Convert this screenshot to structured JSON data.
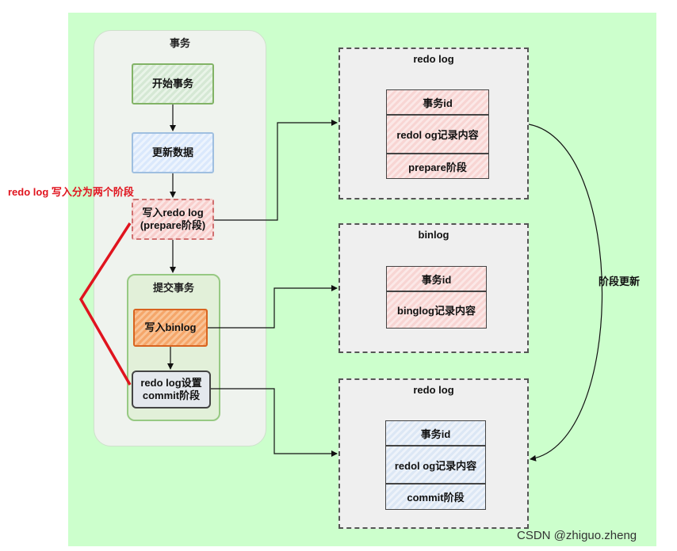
{
  "transaction": {
    "title": "事务",
    "start": "开始事务",
    "update": "更新数据",
    "write_redo_line1": "写入redo log",
    "write_redo_line2": "(prepare阶段)",
    "submit": {
      "title": "提交事务",
      "write_binlog": "写入binlog",
      "commit_line1": "redo log设置",
      "commit_line2": "commit阶段"
    }
  },
  "annotation": "redo log 写入分为两个阶段",
  "redo_prepare": {
    "title": "redo log",
    "rows": [
      "事务id",
      "redol og记录内容",
      "prepare阶段"
    ]
  },
  "binlog": {
    "title": "binlog",
    "rows": [
      "事务id",
      "binglog记录内容"
    ]
  },
  "redo_commit": {
    "title": "redo log",
    "rows": [
      "事务id",
      "redol og记录内容",
      "commit阶段"
    ]
  },
  "stage_update_label": "阶段更新",
  "watermark": "CSDN @zhiguo.zheng",
  "colors": {
    "background": "#ccffcc",
    "annotation_red": "#e0141e",
    "binlog_orange": "#f5a66a"
  }
}
